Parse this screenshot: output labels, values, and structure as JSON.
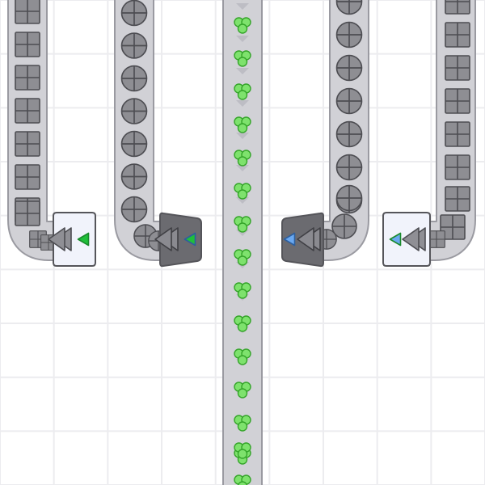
{
  "game": {
    "grid_cell": "tile",
    "colors": {
      "background": "#ffffff",
      "grid": "#ececef",
      "belt": "#d1d1d6",
      "belt_border": "#9a9aa1",
      "belt_arrow": "#bdbdc4",
      "item_fill": "#8e8e93",
      "item_stroke": "#4d4d52",
      "shape_fill": "#8f8f95",
      "shape_stroke": "#4d4d52",
      "green_item": "#7ee26d",
      "green_item_stroke": "#35a52a",
      "green_indicator": "#1fbf3a",
      "blue_indicator": "#6aa8f0",
      "machine_light_fill": "#f1f3fb",
      "machine_dark_fill": "#6b6b70",
      "machine_stroke": "#55555a"
    },
    "belts": [
      {
        "id": "belt-1",
        "item": "square-item"
      },
      {
        "id": "belt-2",
        "item": "circle-cross-item"
      },
      {
        "id": "belt-3",
        "item": "green-cluster-item"
      },
      {
        "id": "belt-4",
        "item": "circle-cross-item"
      },
      {
        "id": "belt-5",
        "item": "square-item"
      }
    ],
    "machines": [
      {
        "id": "machine-1",
        "style": "light",
        "indicator": "green"
      },
      {
        "id": "machine-2",
        "style": "dark",
        "indicator": "green"
      },
      {
        "id": "machine-3",
        "style": "dark",
        "indicator": "blue"
      },
      {
        "id": "machine-4",
        "style": "light",
        "indicator": "blue"
      }
    ]
  }
}
